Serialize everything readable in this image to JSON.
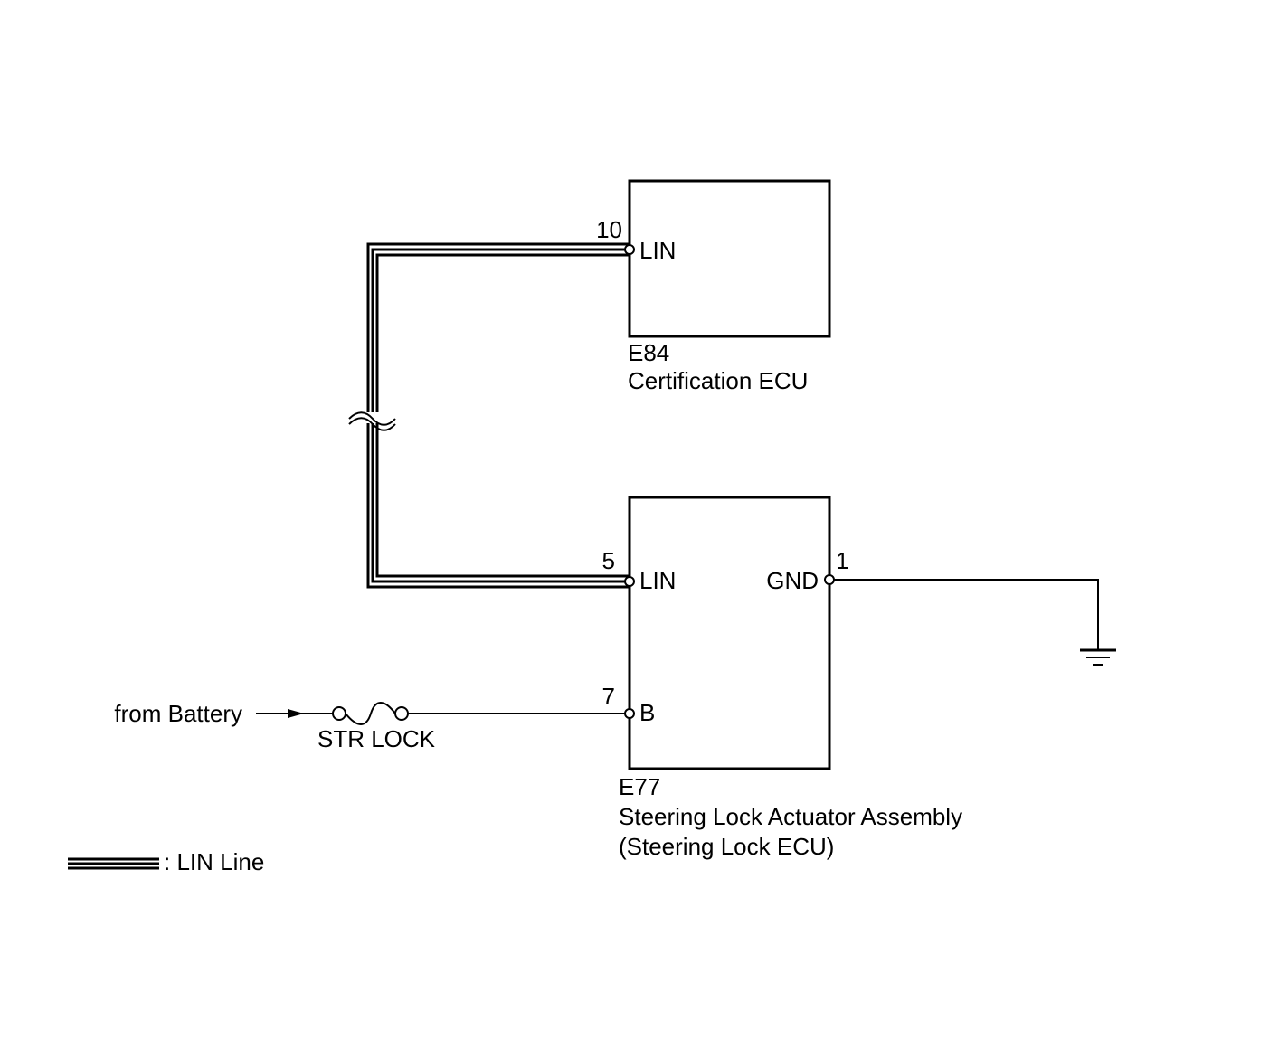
{
  "colors": {
    "line": "#000000",
    "background": "#ffffff"
  },
  "components": {
    "cert_ecu": {
      "code": "E84",
      "name": "Certification ECU"
    },
    "steering_lock": {
      "code": "E77",
      "name": "Steering Lock Actuator Assembly",
      "subname": "(Steering Lock ECU)"
    }
  },
  "pins": {
    "cert_lin": {
      "number": "10",
      "label": "LIN"
    },
    "lock_lin": {
      "number": "5",
      "label": "LIN"
    },
    "lock_b": {
      "number": "7",
      "label": "B"
    },
    "lock_gnd": {
      "number": "1",
      "label": "GND"
    }
  },
  "source": {
    "label": "from Battery"
  },
  "fuse": {
    "label": "STR LOCK"
  },
  "legend": {
    "label": ": LIN Line"
  },
  "icons": [
    "ground-icon",
    "fuse-icon",
    "arrow-icon",
    "wire-break-icon"
  ]
}
